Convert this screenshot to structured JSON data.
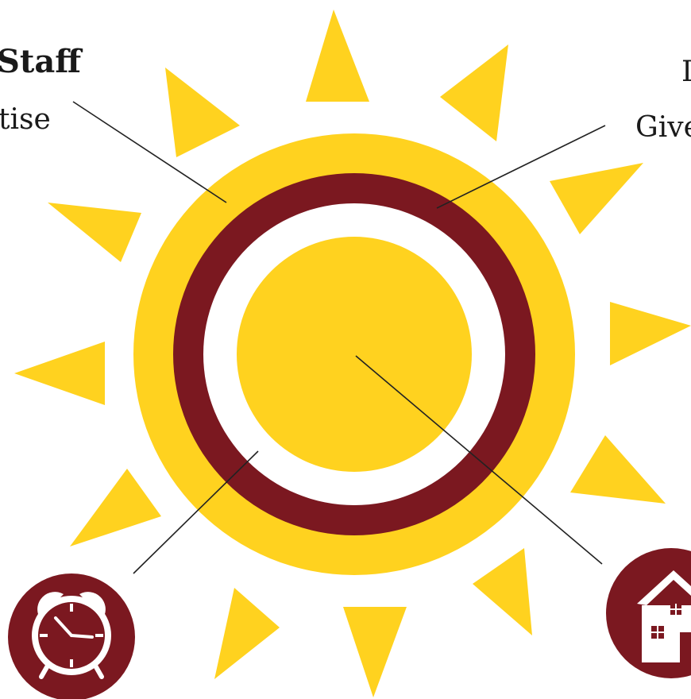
{
  "labels": {
    "top_left_title": "Staff",
    "top_left_sub": "tise",
    "top_right_title": "I",
    "top_right_sub": "Give"
  },
  "icons": {
    "bottom_left": "alarm-clock-icon",
    "bottom_right": "house-icon"
  },
  "colors": {
    "sun_yellow": "#FFD21F",
    "ray_yellow": "#FFD21F",
    "ring_maroon": "#7B1820",
    "icon_maroon": "#7B1820",
    "line": "#222222"
  }
}
